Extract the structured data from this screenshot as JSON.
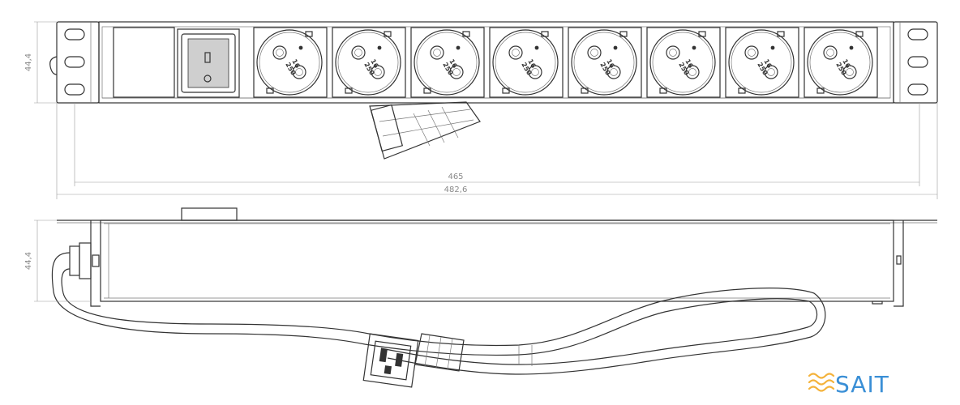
{
  "dimensions": {
    "front_height": "44,4",
    "side_height": "44,4",
    "inner_width": "465",
    "overall_width": "482,6"
  },
  "socket_rating": {
    "amps": "16",
    "volts": "250"
  },
  "socket_count": 8,
  "brand": {
    "logo_text": "SAIT",
    "logo_icon": "waves-icon",
    "logo_color": "#3a8fd6",
    "icon_color": "#f4b23a"
  }
}
